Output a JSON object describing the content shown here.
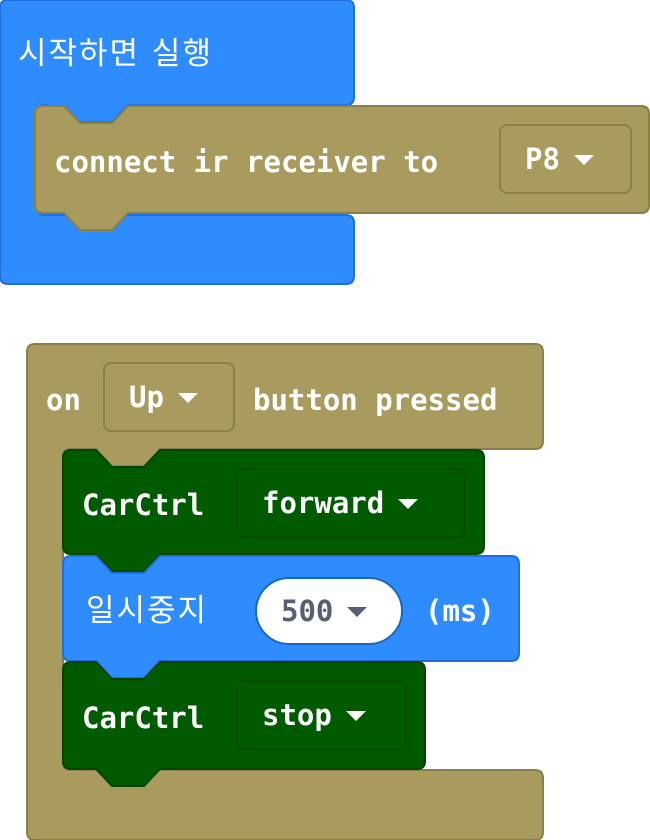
{
  "on_start_block": {
    "label": "시작하면 실행"
  },
  "connect_ir_block": {
    "label": "connect ir receiver to",
    "pin": "P8"
  },
  "on_button_block": {
    "prefix": "on",
    "button": "Up",
    "suffix": "button pressed"
  },
  "carctrl_forward_block": {
    "label": "CarCtrl",
    "direction": "forward"
  },
  "pause_block": {
    "label": "일시중지",
    "value": "500",
    "unit": "(ms)"
  },
  "carctrl_stop_block": {
    "label": "CarCtrl",
    "direction": "stop"
  },
  "colors": {
    "event_blue": "#2f8cff",
    "ir_olive": "#a89b5d",
    "carctrl_green": "#005a00"
  },
  "icons": {
    "dropdown": "triangle-down-icon"
  }
}
